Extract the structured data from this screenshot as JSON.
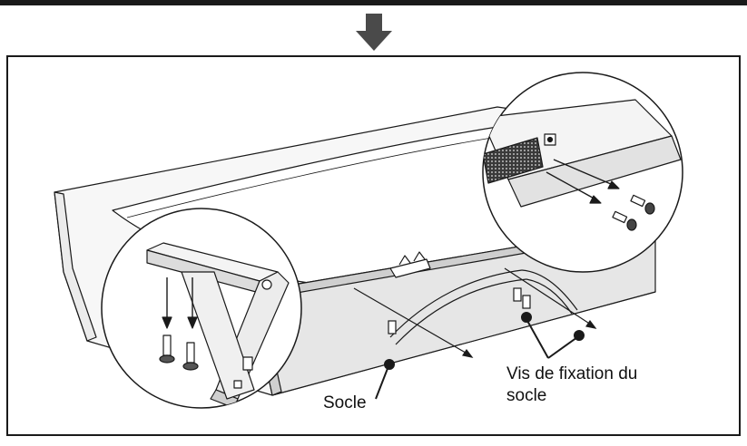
{
  "figure": {
    "labels": {
      "socle": "Socle",
      "vis_line1": "Vis de fixation du",
      "vis_line2": "socle"
    },
    "colors": {
      "line": "#1a1a1a",
      "arrow": "#4a4a4a",
      "panel_fill": "#ffffff",
      "stand_shade": "#e6e6e6",
      "stand_dark": "#cfcfcf",
      "vent_dark": "#2a2a2a"
    }
  }
}
